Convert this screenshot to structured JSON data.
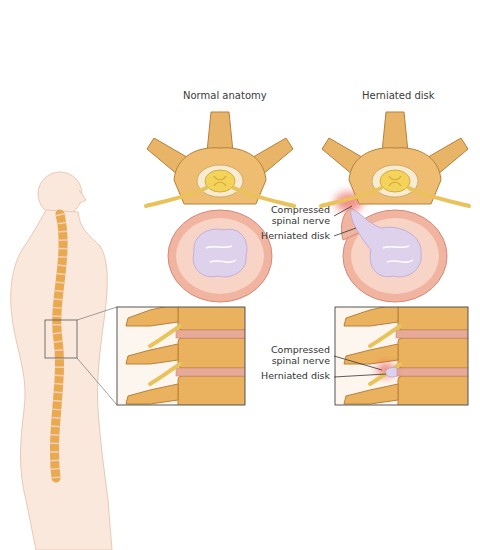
{
  "diagram": {
    "labels": [
      "Normal anatomy",
      "Herniated disk",
      "Compressed spinal nerve",
      "Herniated disk",
      "Compressed spinal nerve",
      "Herniated disk"
    ]
  }
}
